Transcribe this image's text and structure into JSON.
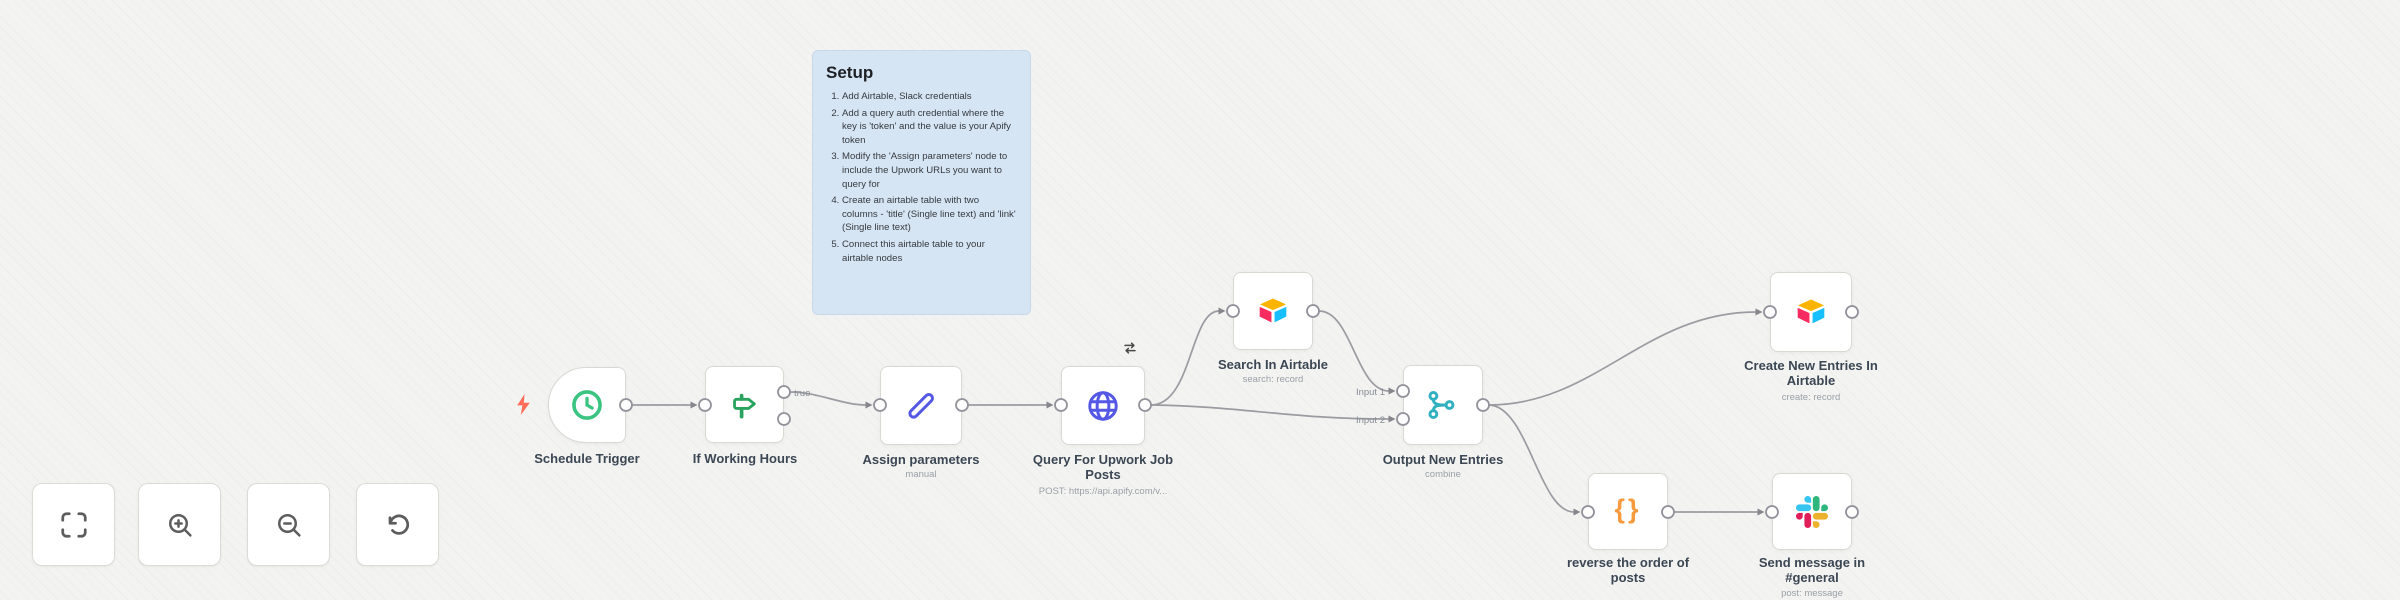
{
  "sticky_note": {
    "title": "Setup",
    "items": [
      "Add Airtable, Slack credentials",
      "Add a query auth credential where the key is 'token' and the value is your Apify token",
      "Modify the 'Assign parameters' node to include the Upwork URLs you want to query for",
      "Create an airtable table with two columns - 'title' (Single line text) and 'link' (Single line text)",
      "Connect this airtable table to your airtable nodes"
    ]
  },
  "nodes": [
    {
      "id": "schedule-trigger",
      "label": "Schedule Trigger",
      "icon": "clock-icon"
    },
    {
      "id": "if-working-hours",
      "label": "If Working Hours",
      "icon": "signpost-icon",
      "output_label": "true"
    },
    {
      "id": "assign-parameters",
      "label": "Assign parameters",
      "subtitle": "manual",
      "icon": "pencil-icon"
    },
    {
      "id": "query-for-upwork-job-posts",
      "label": "Query For Upwork Job Posts",
      "subtitle": "POST: https://api.apify.com/v...",
      "icon": "globe-icon"
    },
    {
      "id": "search-in-airtable",
      "label": "Search In Airtable",
      "subtitle": "search: record",
      "icon": "airtable-icon"
    },
    {
      "id": "output-new-entries",
      "label": "Output New Entries",
      "subtitle": "combine",
      "icon": "merge-icon"
    },
    {
      "id": "create-new-entries-in-airtable",
      "label": "Create New Entries In Airtable",
      "subtitle": "create: record",
      "icon": "airtable-icon"
    },
    {
      "id": "reverse-the-order-of-posts",
      "label": "reverse the order of posts",
      "icon": "code-braces-icon"
    },
    {
      "id": "send-message-in-general",
      "label": "Send message in #general",
      "subtitle": "post: message",
      "icon": "slack-icon"
    }
  ],
  "edge_labels": {
    "if_true": "true",
    "merge_input_1": "Input 1",
    "merge_input_2": "Input 2"
  },
  "icons": {
    "code_braces": "{}"
  },
  "controls": [
    {
      "icon": "zoom-to-fit-icon"
    },
    {
      "icon": "zoom-in-icon"
    },
    {
      "icon": "zoom-out-icon"
    },
    {
      "icon": "reset-zoom-icon"
    }
  ],
  "colors": {
    "canvas_bg": "#f3f3f1",
    "sticky_note_bg": "#d6e5f3",
    "edge": "#9b9ba1",
    "node_label": "#3c4754",
    "node_subtitle": "#9ba1a8",
    "trigger_bolt": "#ff6d5a",
    "schedule_icon": "#3bc481",
    "if_icon": "#2aa35e",
    "pencil_icon": "#5558e5",
    "globe_icon": "#5558e5",
    "merge_icon": "#31b1c0",
    "code_icon": "#f79a3e",
    "airtable_yellow": "#fcb400",
    "airtable_pink": "#f82b60",
    "airtable_blue": "#18bfff",
    "slack_blue": "#36c5f0",
    "slack_green": "#2eb67d",
    "slack_yellow": "#ecb22e",
    "slack_red": "#e01e5a"
  }
}
